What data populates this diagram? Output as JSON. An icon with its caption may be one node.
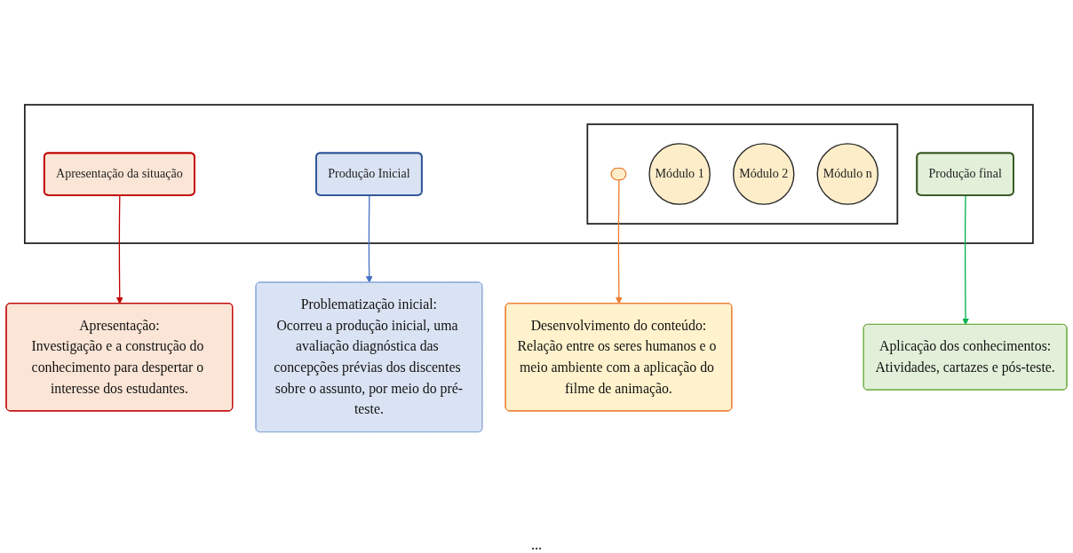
{
  "diagram": {
    "nodes": [
      {
        "text": [],
        "shape": "box"
      },
      {
        "text": [
          "Apresentação da situação"
        ],
        "in": 0
      },
      {
        "text": [
          "Produção Inicial"
        ],
        "in": 0
      },
      {
        "text": [],
        "shape": "box",
        "in": 0
      },
      {
        "text": [],
        "shape": "ellipse",
        "in": 3
      },
      {
        "text": [
          "Módulo 1"
        ],
        "in": 3
      },
      {
        "text": [
          "Módulo 2"
        ],
        "in": 3
      },
      {
        "text": [
          "Módulo n"
        ],
        "in": 3
      },
      {
        "text": [
          "Produção final"
        ],
        "in": 0
      },
      {
        "text": [
          "Apresentação:",
          "Investigação e a construção do conhecimento para despertar o interesse dos estudantes."
        ]
      },
      {
        "text": [
          "Problematização inicial:",
          "Ocorreu a produção inicial, uma avaliação diagnóstica das concepções prévias dos discentes sobre o assunto, por meio do pré-teste."
        ]
      },
      {
        "text": [
          "Desenvolvimento do conteúdo:",
          "Relação entre os seres humanos e o meio ambiente com a aplicação do filme de animação."
        ]
      },
      {
        "text": [
          "Aplicação dos conhecimentos:",
          "Atividades, cartazes e pós-teste."
        ]
      }
    ],
    "edges": [
      {
        "from": 1,
        "to": 9,
        "arrow": "to",
        "color": "#c00000"
      },
      {
        "from": 2,
        "to": 10,
        "arrow": "to",
        "color": "#4472c4"
      },
      {
        "from": 4,
        "to": 11,
        "arrow": "to",
        "color": "#ed7d31"
      },
      {
        "from": 8,
        "to": 12,
        "arrow": "to",
        "color": "#00b050"
      }
    ],
    "labels": [
      "..."
    ]
  }
}
